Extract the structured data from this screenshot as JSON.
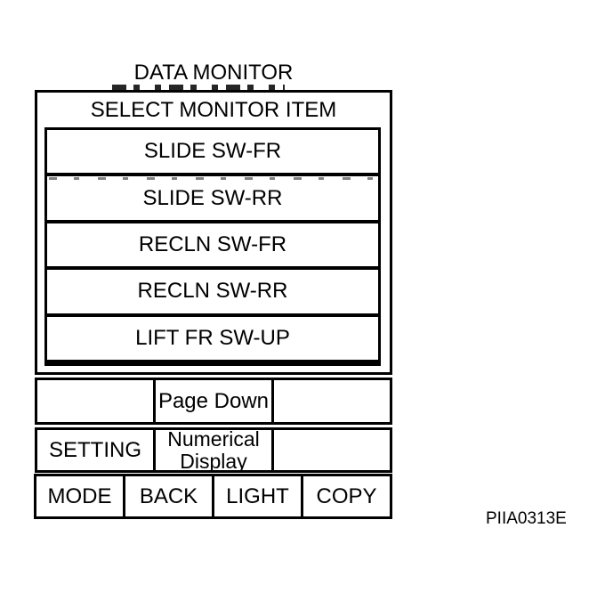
{
  "screen": {
    "title": "DATA MONITOR",
    "figure_code": "PIIA0313E"
  },
  "monitor_panel": {
    "header": "SELECT MONITOR ITEM",
    "items": [
      {
        "label": "SLIDE SW-FR"
      },
      {
        "label": "SLIDE SW-RR"
      },
      {
        "label": "RECLN SW-FR"
      },
      {
        "label": "RECLN SW-RR"
      },
      {
        "label": "LIFT FR SW-UP"
      }
    ]
  },
  "controls": {
    "page_down": "Page Down",
    "setting": "SETTING",
    "numerical_display": "Numerical\nDisplay",
    "bottom_buttons": [
      "MODE",
      "BACK",
      "LIGHT",
      "COPY"
    ]
  },
  "colors": {
    "ink": "#000000",
    "background": "#ffffff"
  }
}
